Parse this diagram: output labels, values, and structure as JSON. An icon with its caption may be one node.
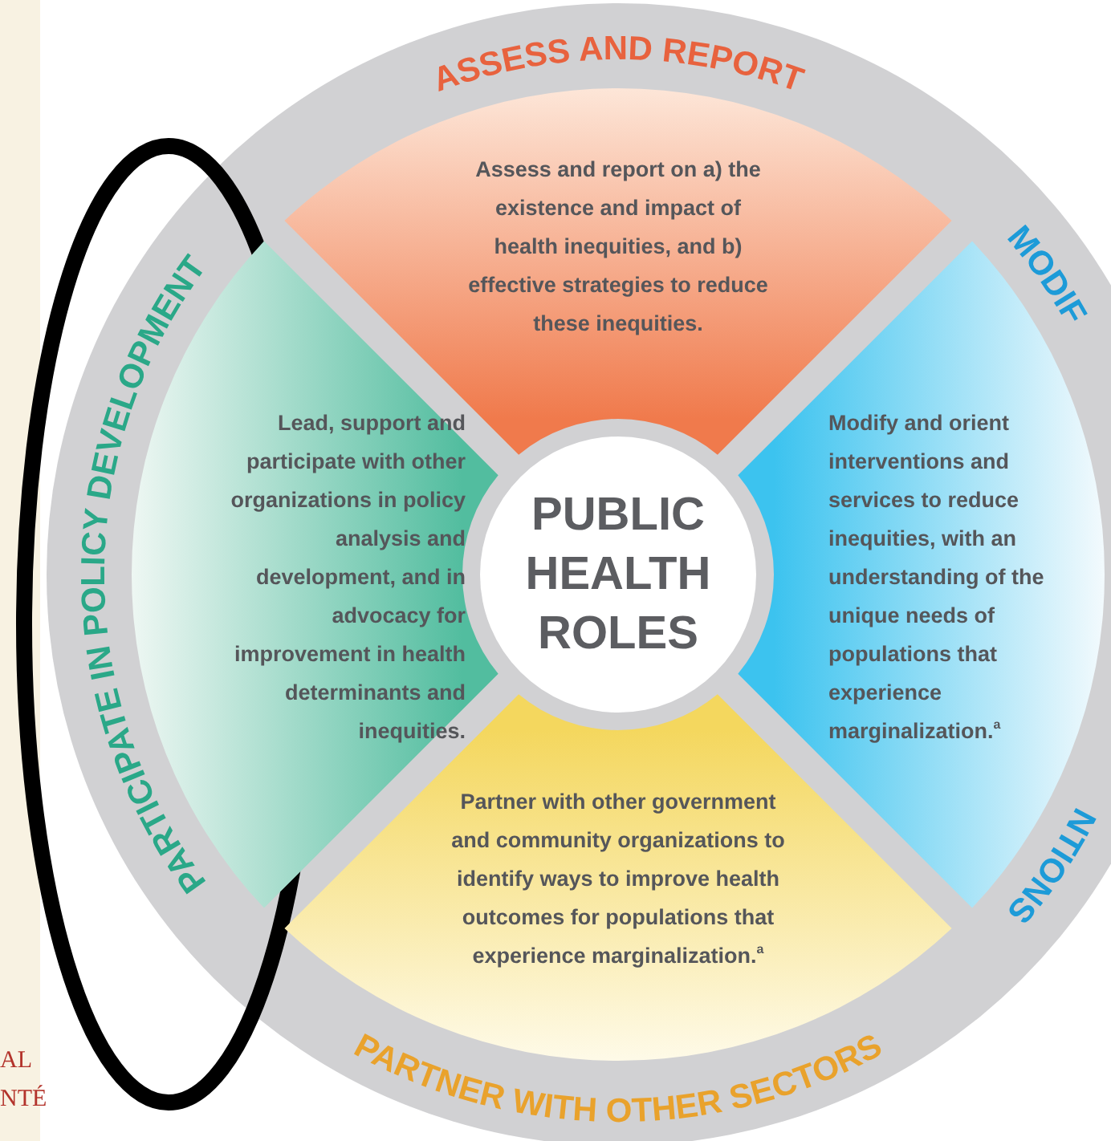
{
  "diagram": {
    "nodes": [
      {
        "text": [
          "PUBLIC HEALTH ROLES"
        ]
      },
      {
        "text": [
          "ASSESS AND REPORT",
          "Assess and report on a) the existence and impact of health inequities, and b) effective strategies to reduce these inequities."
        ]
      },
      {
        "text": [
          "PARTICIPATE IN POLICY DEVELOPMENT",
          "Lead, support and participate with other organizations in policy analysis and development, and in advocacy for improvement in health determinants and inequities."
        ]
      },
      {
        "text": [
          "MODIF",
          "Modify and orient interventions and services to reduce inequities, with an understanding of the unique needs of populations that experience marginalization.$^{a}$",
          "NTIONS"
        ]
      },
      {
        "text": [
          "Partner with other government and community organizations to identify ways to improve health outcomes for populations that experience marginalization.$^{a}$",
          "PARTNER WITH OTHER SECTORS"
        ]
      }
    ],
    "labels": [
      "AL",
      "NTÉ"
    ]
  }
}
